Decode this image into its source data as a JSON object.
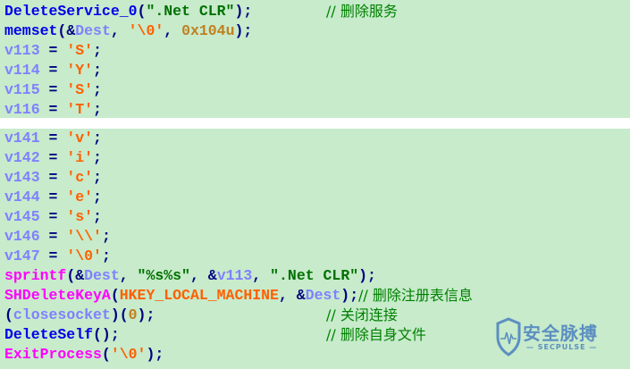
{
  "colors": {
    "background": "#c7ebcb",
    "function": "#0000e8",
    "punctuation": "#000080",
    "string": "#007000",
    "variable": "#8080ff",
    "char_literal": "#ff6000",
    "number": "#c08020",
    "import": "#ff00ff",
    "comment": "#008000"
  },
  "blocks": [
    {
      "lines": [
        {
          "tokens": [
            {
              "t": "DeleteService_0",
              "c": "func"
            },
            {
              "t": "(",
              "c": "punc"
            },
            {
              "t": "\".Net CLR\"",
              "c": "str"
            },
            {
              "t": ");",
              "c": "punc"
            }
          ],
          "comment": "// 删除服务"
        },
        {
          "tokens": [
            {
              "t": "memset",
              "c": "func"
            },
            {
              "t": "(&",
              "c": "punc"
            },
            {
              "t": "Dest",
              "c": "var"
            },
            {
              "t": ", ",
              "c": "punc"
            },
            {
              "t": "'\\0'",
              "c": "chr"
            },
            {
              "t": ", ",
              "c": "punc"
            },
            {
              "t": "0x104u",
              "c": "num"
            },
            {
              "t": ");",
              "c": "punc"
            }
          ]
        },
        {
          "tokens": [
            {
              "t": "v113",
              "c": "var"
            },
            {
              "t": " = ",
              "c": "punc"
            },
            {
              "t": "'S'",
              "c": "chr"
            },
            {
              "t": ";",
              "c": "punc"
            }
          ]
        },
        {
          "tokens": [
            {
              "t": "v114",
              "c": "var"
            },
            {
              "t": " = ",
              "c": "punc"
            },
            {
              "t": "'Y'",
              "c": "chr"
            },
            {
              "t": ";",
              "c": "punc"
            }
          ]
        },
        {
          "tokens": [
            {
              "t": "v115",
              "c": "var"
            },
            {
              "t": " = ",
              "c": "punc"
            },
            {
              "t": "'S'",
              "c": "chr"
            },
            {
              "t": ";",
              "c": "punc"
            }
          ]
        },
        {
          "tokens": [
            {
              "t": "v116",
              "c": "var"
            },
            {
              "t": " = ",
              "c": "punc"
            },
            {
              "t": "'T'",
              "c": "chr"
            },
            {
              "t": ";",
              "c": "punc"
            }
          ]
        }
      ]
    },
    {
      "lines": [
        {
          "tokens": [
            {
              "t": "v141",
              "c": "var"
            },
            {
              "t": " = ",
              "c": "punc"
            },
            {
              "t": "'v'",
              "c": "chr"
            },
            {
              "t": ";",
              "c": "punc"
            }
          ]
        },
        {
          "tokens": [
            {
              "t": "v142",
              "c": "var"
            },
            {
              "t": " = ",
              "c": "punc"
            },
            {
              "t": "'i'",
              "c": "chr"
            },
            {
              "t": ";",
              "c": "punc"
            }
          ]
        },
        {
          "tokens": [
            {
              "t": "v143",
              "c": "var"
            },
            {
              "t": " = ",
              "c": "punc"
            },
            {
              "t": "'c'",
              "c": "chr"
            },
            {
              "t": ";",
              "c": "punc"
            }
          ]
        },
        {
          "tokens": [
            {
              "t": "v144",
              "c": "var"
            },
            {
              "t": " = ",
              "c": "punc"
            },
            {
              "t": "'e'",
              "c": "chr"
            },
            {
              "t": ";",
              "c": "punc"
            }
          ]
        },
        {
          "tokens": [
            {
              "t": "v145",
              "c": "var"
            },
            {
              "t": " = ",
              "c": "punc"
            },
            {
              "t": "'s'",
              "c": "chr"
            },
            {
              "t": ";",
              "c": "punc"
            }
          ]
        },
        {
          "tokens": [
            {
              "t": "v146",
              "c": "var"
            },
            {
              "t": " = ",
              "c": "punc"
            },
            {
              "t": "'\\\\'",
              "c": "chr"
            },
            {
              "t": ";",
              "c": "punc"
            }
          ]
        },
        {
          "tokens": [
            {
              "t": "v147",
              "c": "var"
            },
            {
              "t": " = ",
              "c": "punc"
            },
            {
              "t": "'\\0'",
              "c": "chr"
            },
            {
              "t": ";",
              "c": "punc"
            }
          ]
        },
        {
          "tokens": [
            {
              "t": "sprintf",
              "c": "imp"
            },
            {
              "t": "(&",
              "c": "punc"
            },
            {
              "t": "Dest",
              "c": "var"
            },
            {
              "t": ", ",
              "c": "punc"
            },
            {
              "t": "\"%s%s\"",
              "c": "str"
            },
            {
              "t": ", &",
              "c": "punc"
            },
            {
              "t": "v113",
              "c": "var"
            },
            {
              "t": ", ",
              "c": "punc"
            },
            {
              "t": "\".Net CLR\"",
              "c": "str"
            },
            {
              "t": ");",
              "c": "punc"
            }
          ]
        },
        {
          "tokens": [
            {
              "t": "SHDeleteKeyA",
              "c": "imp"
            },
            {
              "t": "(",
              "c": "punc"
            },
            {
              "t": "HKEY_LOCAL_MACHINE",
              "c": "const"
            },
            {
              "t": ", &",
              "c": "punc"
            },
            {
              "t": "Dest",
              "c": "var"
            },
            {
              "t": ");",
              "c": "punc"
            }
          ],
          "comment": "// 删除注册表信息",
          "comment_inline": true
        },
        {
          "tokens": [
            {
              "t": "(",
              "c": "punc"
            },
            {
              "t": "closesocket",
              "c": "var"
            },
            {
              "t": ")(",
              "c": "punc"
            },
            {
              "t": "0",
              "c": "num"
            },
            {
              "t": ");",
              "c": "punc"
            }
          ],
          "comment": "// 关闭连接"
        },
        {
          "tokens": [
            {
              "t": "DeleteSelf",
              "c": "func"
            },
            {
              "t": "();",
              "c": "punc"
            }
          ],
          "comment": "// 删除自身文件"
        },
        {
          "tokens": [
            {
              "t": "ExitProcess",
              "c": "imp"
            },
            {
              "t": "(",
              "c": "punc"
            },
            {
              "t": "'\\0'",
              "c": "chr"
            },
            {
              "t": ");",
              "c": "punc"
            }
          ]
        }
      ]
    }
  ],
  "watermark": {
    "logo_icon": "shield-pulse-icon",
    "text": "安全脉搏",
    "subtext": "— SECPULSE —"
  }
}
